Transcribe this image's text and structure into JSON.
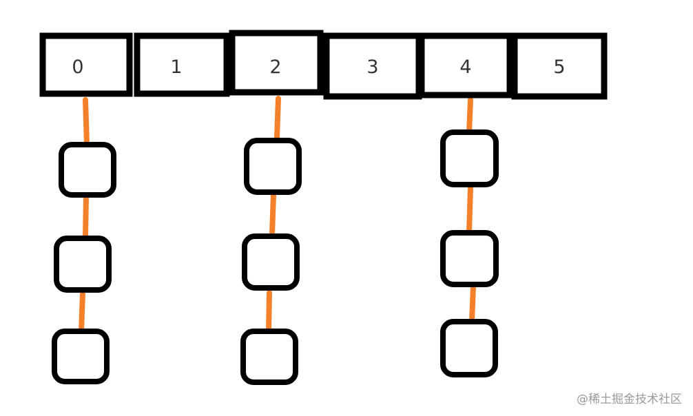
{
  "array": {
    "cells": [
      {
        "label": "0"
      },
      {
        "label": "1"
      },
      {
        "label": "2"
      },
      {
        "label": "3"
      },
      {
        "label": "4"
      },
      {
        "label": "5"
      }
    ]
  },
  "chains": [
    {
      "cell_index": 0,
      "node_count": 3
    },
    {
      "cell_index": 2,
      "node_count": 3
    },
    {
      "cell_index": 4,
      "node_count": 3
    }
  ],
  "colors": {
    "outline": "#000000",
    "link": "#f5802a",
    "text": "#333333",
    "watermark": "#9a9a9a"
  },
  "watermark": {
    "text": "@稀土掘金技术社区"
  }
}
